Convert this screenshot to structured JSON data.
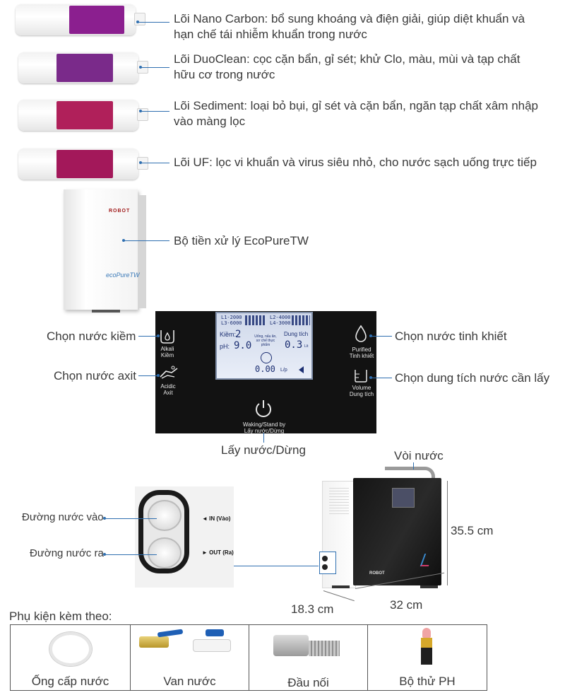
{
  "filters": [
    {
      "label_line1": "Lõi Nano Carbon: bổ sung khoáng và điện giải, giúp diệt khuẩn và",
      "label_line2": "hạn chế tái nhiễm khuẩn trong nước",
      "band_color": "#8b1f8f"
    },
    {
      "label_line1": "Lõi DuoClean: cọc cặn bẩn, gỉ sét; khử Clo, màu, mùi và tạp chất",
      "label_line2": "hữu cơ trong nước",
      "band_color": "#7a2a8a"
    },
    {
      "label_line1": "Lõi Sediment: loại bỏ bụi, gỉ sét và cặn bẩn, ngăn tạp chất xâm nhập",
      "label_line2": "vào màng lọc",
      "band_color": "#b0205a"
    },
    {
      "label_line1": "Lõi UF: lọc vi khuẩn và virus siêu nhỏ, cho nước sạch uống trực tiếp",
      "label_line2": "",
      "band_color": "#a3185a"
    }
  ],
  "pretreatment": {
    "label": "Bộ tiền xử lý EcoPureTW",
    "brand": "ROBOT",
    "product_text": "ecoPureTW"
  },
  "panel": {
    "left_top_label": "Chọn nước kiềm",
    "left_bottom_label": "Chọn nước axit",
    "right_top_label": "Chọn nước tinh khiết",
    "right_bottom_label": "Chọn dung tích nước cần lấy",
    "bottom_label": "Lấy nước/Dừng",
    "buttons": {
      "alkali": "Alkali\nKiềm",
      "acidic": "Acidic\nAxit",
      "purified": "Purified\nTinh khiết",
      "volume": "Volume\nDung tích",
      "power": "Waking/Stand by\nLấy nước/Dừng"
    },
    "lcd": {
      "l1": "L1-2000",
      "l2": "L2-4000",
      "l3": "L3-6000",
      "l4": "L4-3000",
      "kiem_label": "Kiềm:",
      "kiem_value": "2",
      "ph_label": "pH:",
      "ph_value": "9.0",
      "usage_text": "Uống, nấu ăn, sơ chế thực phẩm",
      "volume_label": "Dung tích",
      "volume_value": "0.3",
      "volume_unit": "Lít",
      "flow_value": "0.00",
      "flow_unit": "L/p"
    }
  },
  "connector": {
    "in_label": "◄ IN (Vào)",
    "out_label": "► OUT (Ra)",
    "water_in_label": "Đường nước vào",
    "water_out_label": "Đường nước ra"
  },
  "machine": {
    "faucet_label": "Vòi nước",
    "height": "35.5 cm",
    "depth": "18.3 cm",
    "width": "32 cm",
    "brand": "ROBOT"
  },
  "accessories": {
    "title": "Phụ kiện kèm theo:",
    "items": [
      {
        "label": "Ống cấp nước",
        "icon": "tube-ring-icon"
      },
      {
        "label": "Van nước",
        "icon": "valve-icon"
      },
      {
        "label": "Đầu nối",
        "icon": "connector-fitting-icon"
      },
      {
        "label": "Bộ thử PH",
        "icon": "ph-test-bottle-icon"
      }
    ]
  }
}
